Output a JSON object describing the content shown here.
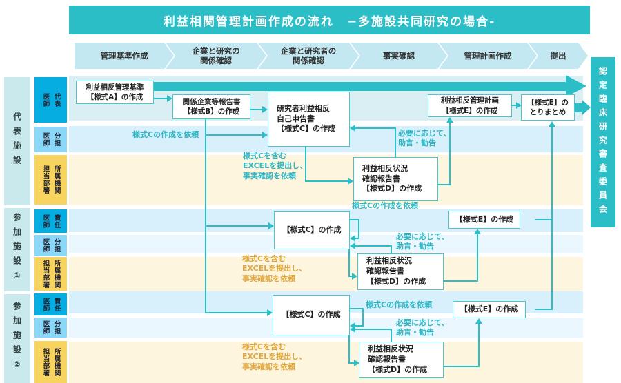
{
  "title": "利益相関管理計画作成の流れ　−多施設共同研究の場合-",
  "steps": [
    {
      "label": "管理基準作成"
    },
    {
      "label": "企業と研究の\n関係確認"
    },
    {
      "label": "企業と研究者の\n関係確認"
    },
    {
      "label": "事実確認"
    },
    {
      "label": "管理計画作成"
    },
    {
      "label": "提出"
    }
  ],
  "committee": {
    "label": "認定臨床研究審査委員会"
  },
  "sections": [
    {
      "label": "代表施設",
      "roles": [
        {
          "label": "代表\n医師"
        },
        {
          "label": "分担\n医師"
        },
        {
          "label": "所属機関\n担当部署"
        }
      ]
    },
    {
      "label": "参加施設①",
      "roles": [
        {
          "label": "責任\n医師"
        },
        {
          "label": "分担\n医師"
        },
        {
          "label": "所属機関\n担当部署"
        }
      ]
    },
    {
      "label": "参加施設②",
      "roles": [
        {
          "label": "責任\n医師"
        },
        {
          "label": "分担\n医師"
        },
        {
          "label": "所属機関\n担当部署"
        }
      ]
    }
  ],
  "boxes": {
    "form_a": "利益相反管理基準\n【様式A】の作成",
    "form_b": "関係企業等報告書\n【様式B】の作成",
    "form_c_main": "研究者利益相反\n自己申告書\n【様式C】の作成",
    "form_d_main": "利益相反状況\n確認報告書\n【様式D】の作成",
    "form_e_main": "利益相反管理計画\n【様式E】の作成",
    "form_e_summary": "【様式E】の\nとりまとめ",
    "form_c_1": "【様式C】の作成",
    "form_d_1": "利益相反状況\n確認報告書\n【様式D】の作成",
    "form_e_1": "【様式E】の作成",
    "form_c_2": "【様式C】の作成",
    "form_d_2": "利益相反状況\n確認報告書\n【様式D】の作成",
    "form_e_2": "【様式E】の作成"
  },
  "labels": {
    "request_c_main": "様式Cの作成を依頼",
    "excel_main": "様式Cを含む\nEXCELを提出し、\n事実確認を依頼",
    "advice_main": "必要に応じて、\n助言・勧告",
    "request_c_1": "様式Cの作成を依頼",
    "advice_1": "必要に応じて、\n助言・勧告",
    "excel_1": "様式Cを含む\nEXCELを提出し、\n事実確認を依頼",
    "request_c_2": "様式Cの作成を依頼",
    "advice_2": "必要に応じて、\n助言・勧告",
    "excel_2": "様式Cを含む\nEXCELを提出し、\n事実確認を依頼"
  },
  "colors": {
    "teal": "#2cbec7",
    "teal_light": "#c3e8f1",
    "band_cyan": "#d9eff4",
    "band_blue": "#d7f0fb",
    "band_blue_pale": "#eaf7fe",
    "band_yellow": "#fdf5dd",
    "bar_teal": "#c9e9ed",
    "role_cyan": "#05ade0",
    "role_blue": "#8bd7f8",
    "role_yellow": "#f7d35f",
    "box_border": "#49c5cd",
    "label_teal": "#2db5c3",
    "label_gold": "#dfa63e",
    "text_dark": "#333333"
  }
}
